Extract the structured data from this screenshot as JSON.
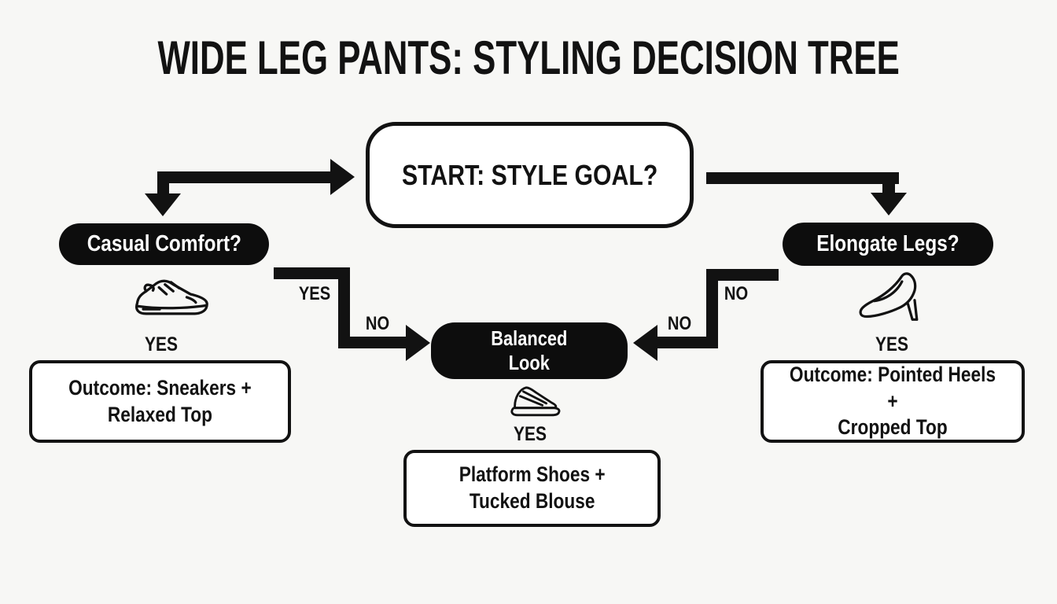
{
  "colors": {
    "bg": "#f7f7f5",
    "ink": "#121212",
    "node_fill": "#0d0d0d",
    "node_text": "#ffffff"
  },
  "title": "WIDE LEG PANTS: STYLING DECISION TREE",
  "flowchart": {
    "start": {
      "label": "START: STYLE GOAL?"
    },
    "branches": {
      "left": {
        "question": "Casual Comfort?",
        "icon": "sneaker-icon",
        "answer_label": "YES",
        "outcome": "Outcome: Sneakers +\nRelaxed Top"
      },
      "center": {
        "question": "Balanced\nLook",
        "icon": "platform-shoe-icon",
        "answer_label": "YES",
        "outcome": "Platform Shoes +\nTucked Blouse"
      },
      "right": {
        "question": "Elongate Legs?",
        "icon": "high-heel-icon",
        "answer_label": "YES",
        "outcome": "Outcome: Pointed Heels +\nCropped Top"
      }
    },
    "edge_labels": {
      "casual_to_balanced_top": "YES",
      "casual_to_balanced_bottom": "NO",
      "elongate_to_balanced_top": "NO",
      "elongate_to_balanced_bottom": "NO"
    }
  }
}
